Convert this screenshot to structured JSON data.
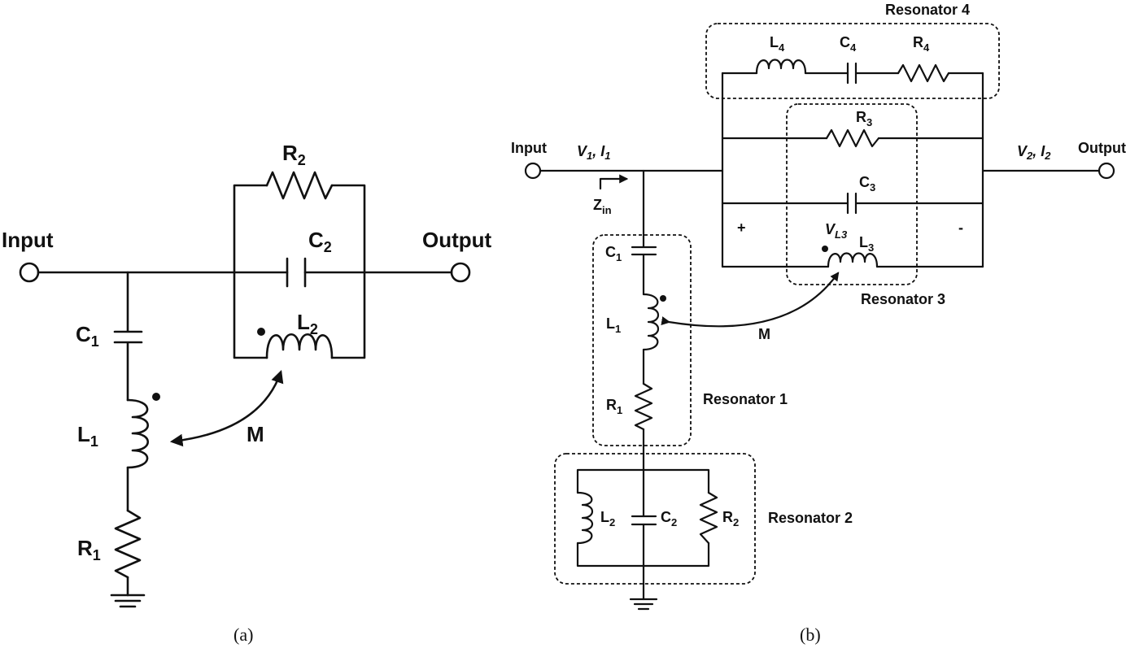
{
  "panel_a": {
    "caption": "(a)",
    "input": "Input",
    "output": "Output",
    "c1": {
      "main": "C",
      "sub": "1"
    },
    "l1": {
      "main": "L",
      "sub": "1"
    },
    "r1": {
      "main": "R",
      "sub": "1"
    },
    "r2": {
      "main": "R",
      "sub": "2"
    },
    "c2": {
      "main": "C",
      "sub": "2"
    },
    "l2": {
      "main": "L",
      "sub": "2"
    },
    "m": "M"
  },
  "panel_b": {
    "caption": "(b)",
    "input": "Input",
    "output": "Output",
    "v1": {
      "a": "V",
      "as": "1",
      "mid": ", I",
      "bs": "1"
    },
    "v2": {
      "a": "V",
      "as": "2",
      "mid": ", I",
      "bs": "2"
    },
    "zin": {
      "main": "Z",
      "sub": "in"
    },
    "c1": {
      "main": "C",
      "sub": "1"
    },
    "l1": {
      "main": "L",
      "sub": "1"
    },
    "r1": {
      "main": "R",
      "sub": "1"
    },
    "l2": {
      "main": "L",
      "sub": "2"
    },
    "c2": {
      "main": "C",
      "sub": "2"
    },
    "r2": {
      "main": "R",
      "sub": "2"
    },
    "r3": {
      "main": "R",
      "sub": "3"
    },
    "c3": {
      "main": "C",
      "sub": "3"
    },
    "l3": {
      "main": "L",
      "sub": "3"
    },
    "l4": {
      "main": "L",
      "sub": "4"
    },
    "c4": {
      "main": "C",
      "sub": "4"
    },
    "r4": {
      "main": "R",
      "sub": "4"
    },
    "vl3": {
      "main": "V",
      "sub": "L3"
    },
    "plus": "+",
    "minus": "-",
    "m": "M",
    "resonator1": "Resonator 1",
    "resonator2": "Resonator 2",
    "resonator3": "Resonator 3",
    "resonator4": "Resonator 4"
  }
}
